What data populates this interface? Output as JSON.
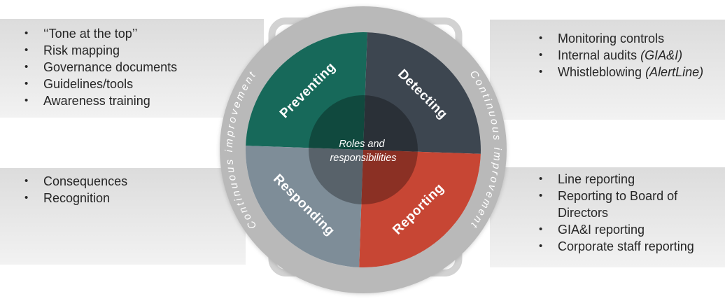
{
  "boxes": {
    "bullet_char": "•",
    "top_left": {
      "items": [
        {
          "text": "‘‘Tone at the top’’"
        },
        {
          "text": "Risk mapping"
        },
        {
          "text": "Governance documents"
        },
        {
          "text": "Guidelines/tools"
        },
        {
          "text": "Awareness training"
        }
      ]
    },
    "top_right": {
      "items": [
        {
          "text": "Monitoring controls"
        },
        {
          "text": "Internal audits ",
          "italic": "(GIA&I)"
        },
        {
          "text": "Whistleblowing ",
          "italic": "(AlertLine)"
        }
      ]
    },
    "bottom_left": {
      "items": [
        {
          "text": "Consequences"
        },
        {
          "text": "Recognition"
        }
      ]
    },
    "bottom_right": {
      "items": [
        {
          "text": "Line reporting"
        },
        {
          "text": "Reporting to Board of Directors"
        },
        {
          "text": "GIA&I reporting"
        },
        {
          "text": "Corporate staff reporting"
        }
      ]
    }
  },
  "wheel": {
    "ring_label_left": "Continuous improvement",
    "ring_label_right": "Continuous improvement",
    "center_line1": "Roles and",
    "center_line2": "responsibilities",
    "quadrants": {
      "preventing": {
        "label": "Preventing",
        "color": "#17695A"
      },
      "detecting": {
        "label": "Detecting",
        "color": "#3D4650"
      },
      "reporting": {
        "label": "Reporting",
        "color": "#C74634"
      },
      "responding": {
        "label": "Responding",
        "color": "#7E8D98"
      }
    },
    "colors": {
      "ring": "#B9B9B9",
      "bracket": "#D2D2D2",
      "center_overlay": "#000000"
    }
  }
}
